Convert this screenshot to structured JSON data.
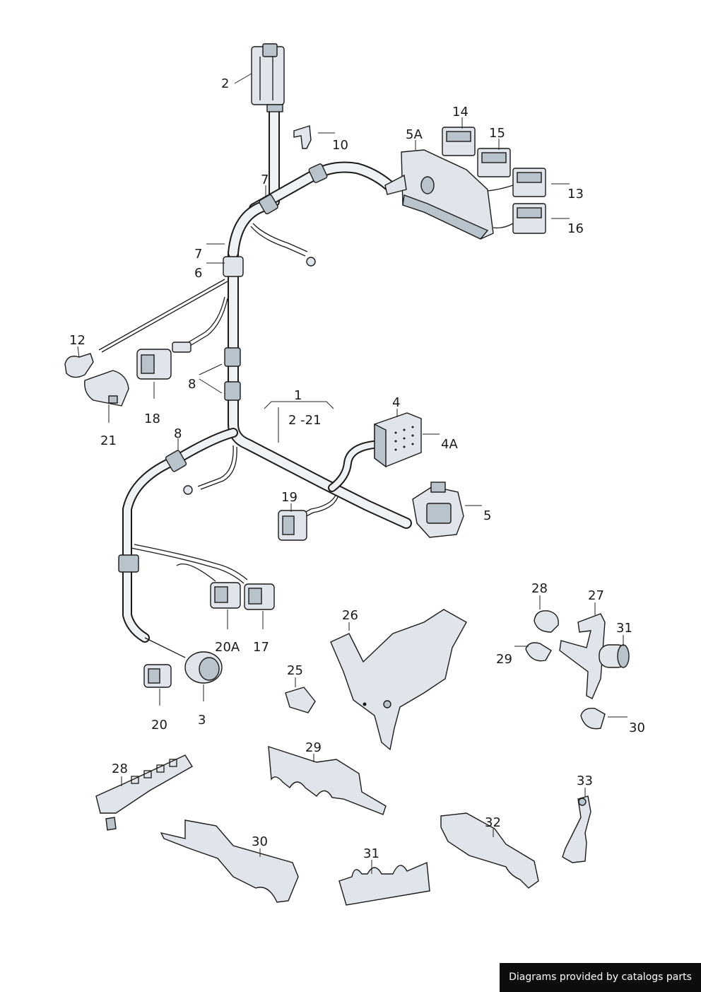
{
  "labels": {
    "l2": "2",
    "l10": "10",
    "l7a": "7",
    "l7b": "7",
    "l6": "6",
    "l14": "14",
    "l15": "15",
    "l5A": "5A",
    "l13": "13",
    "l16": "16",
    "l12": "12",
    "l21": "21",
    "l18": "18",
    "l8a": "8",
    "l1": "1",
    "l2_21": "2 -21",
    "l4": "4",
    "l4A": "4A",
    "l8b": "8",
    "l19": "19",
    "l5": "5",
    "l20A": "20A",
    "l17": "17",
    "l20": "20",
    "l3": "3",
    "l28a": "28",
    "l27": "27",
    "l31a": "31",
    "l29a": "29",
    "l30a": "30",
    "l26": "26",
    "l25": "25",
    "l28b": "28",
    "l29b": "29",
    "l30b": "30",
    "l31b": "31",
    "l32": "32",
    "l33": "33"
  },
  "credit": "Diagrams provided by catalogs parts",
  "colors": {
    "line": "#1a1a1a",
    "fill": "#dfe5ea",
    "shade": "#b9c3cc",
    "credit_bg": "#0d0d0d"
  }
}
